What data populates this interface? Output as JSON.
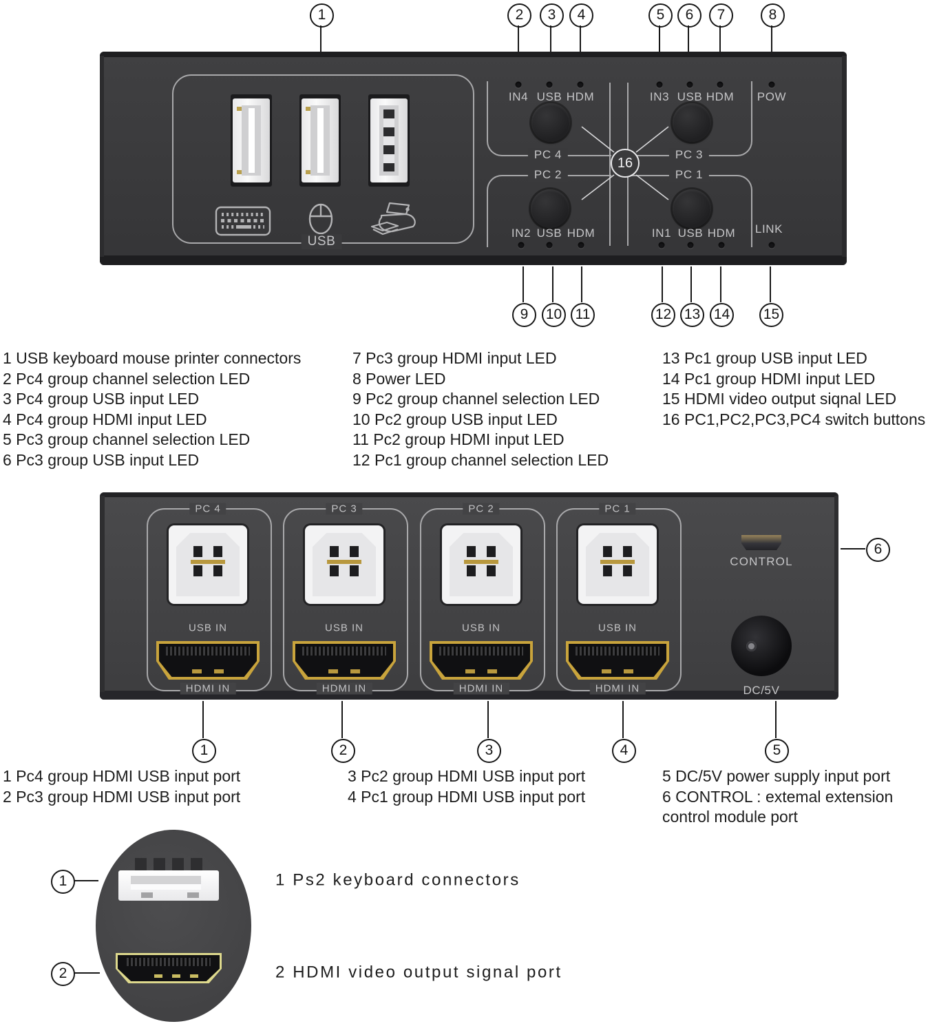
{
  "device": {
    "front": {
      "usb_section": {
        "label": "USB"
      },
      "quadrants": [
        {
          "name": "PC 4",
          "leds": [
            "IN4",
            "USB",
            "HDM"
          ]
        },
        {
          "name": "PC 3",
          "leds": [
            "IN3",
            "USB",
            "HDM"
          ]
        },
        {
          "name": "PC 2",
          "leds": [
            "IN2",
            "USB",
            "HDM"
          ]
        },
        {
          "name": "PC 1",
          "leds": [
            "IN1",
            "USB",
            "HDM"
          ]
        }
      ],
      "pow_label": "POW",
      "link_label": "LINK",
      "switch_callout": "16"
    },
    "rear": {
      "groups": [
        {
          "name": "PC 4",
          "usb": "USB IN",
          "hdmi": "HDMI IN"
        },
        {
          "name": "PC 3",
          "usb": "USB IN",
          "hdmi": "HDMI IN"
        },
        {
          "name": "PC 2",
          "usb": "USB IN",
          "hdmi": "HDMI IN"
        },
        {
          "name": "PC 1",
          "usb": "USB IN",
          "hdmi": "HDMI IN"
        }
      ],
      "control_label": "CONTROL",
      "dc_label": "DC/5V"
    }
  },
  "callouts": {
    "front_top": [
      "1",
      "2",
      "3",
      "4",
      "5",
      "6",
      "7",
      "8"
    ],
    "front_bottom": [
      "9",
      "10",
      "11",
      "12",
      "13",
      "14",
      "15"
    ],
    "rear_bottom": [
      "1",
      "2",
      "3",
      "4",
      "5"
    ],
    "rear_right": "6",
    "closeup": [
      "1",
      "2"
    ]
  },
  "legend_front": {
    "col1": [
      "1 USB keyboard mouse printer connectors",
      "2 Pc4 group channel selection LED",
      "3 Pc4 group USB input LED",
      "4 Pc4 group HDMI input LED",
      "5 Pc3 group channel selection LED",
      "6 Pc3 group USB input LED"
    ],
    "col2": [
      "7 Pc3 group HDMI input LED",
      "8 Power LED",
      "9 Pc2 group channel selection LED",
      "10 Pc2 group USB input LED",
      "11 Pc2 group HDMI input LED",
      "12 Pc1 group channel selection LED"
    ],
    "col3": [
      "13 Pc1 group USB input LED",
      "14 Pc1 group HDMI input LED",
      "15 HDMI video output siqnal LED",
      "16 PC1,PC2,PC3,PC4 switch buttons"
    ]
  },
  "legend_rear": {
    "col1": [
      "1 Pc4 group HDMI USB input port",
      "2 Pc3 group HDMI USB input port"
    ],
    "col2": [
      "3 Pc2 group HDMI USB input port",
      "4 Pc1 group HDMI USB input port"
    ],
    "col3": [
      "5 DC/5V power supply input port",
      "6 CONTROL : extemal extension",
      "control module port"
    ]
  },
  "closeup_labels": [
    "1 Ps2 keyboard connectors",
    "2 HDMI video output signal port"
  ],
  "colors": {
    "panel_front": "#3a3a3c",
    "panel_rear": "#434345",
    "panel_outline": "#a9a9ab",
    "panel_text": "#c6c6c8",
    "gold": "#c9a43c",
    "gold_light": "#ded98d",
    "legend_text": "#1c1c1c",
    "background": "#ffffff"
  }
}
